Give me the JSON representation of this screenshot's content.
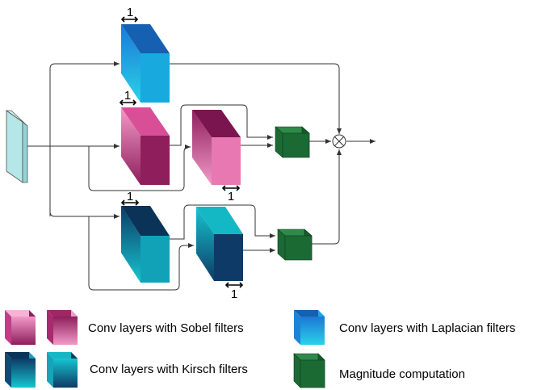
{
  "diagram": {
    "size_labels": {
      "laplacian_block": "1",
      "sobel_block_1": "1",
      "sobel_block_2": "1",
      "kirsch_block_1": "1",
      "kirsch_block_2": "1"
    },
    "colors": {
      "sobel_top": "#8e1e5c",
      "sobel_bottom": "#f29ac8",
      "kirsch_top": "#0d3a66",
      "kirsch_bottom": "#16c5d0",
      "laplacian_top": "#1b78d6",
      "laplacian_bottom": "#2ad2e8",
      "magnitude": "#1b6a34",
      "input": "#b5e6e8",
      "line": "#333333"
    }
  },
  "legend": {
    "sobel": "Conv layers with Sobel filters",
    "kirsch": "Conv layers with Kirsch filters",
    "laplacian": "Conv layers with Laplacian filters",
    "magnitude": "Magnitude computation"
  }
}
